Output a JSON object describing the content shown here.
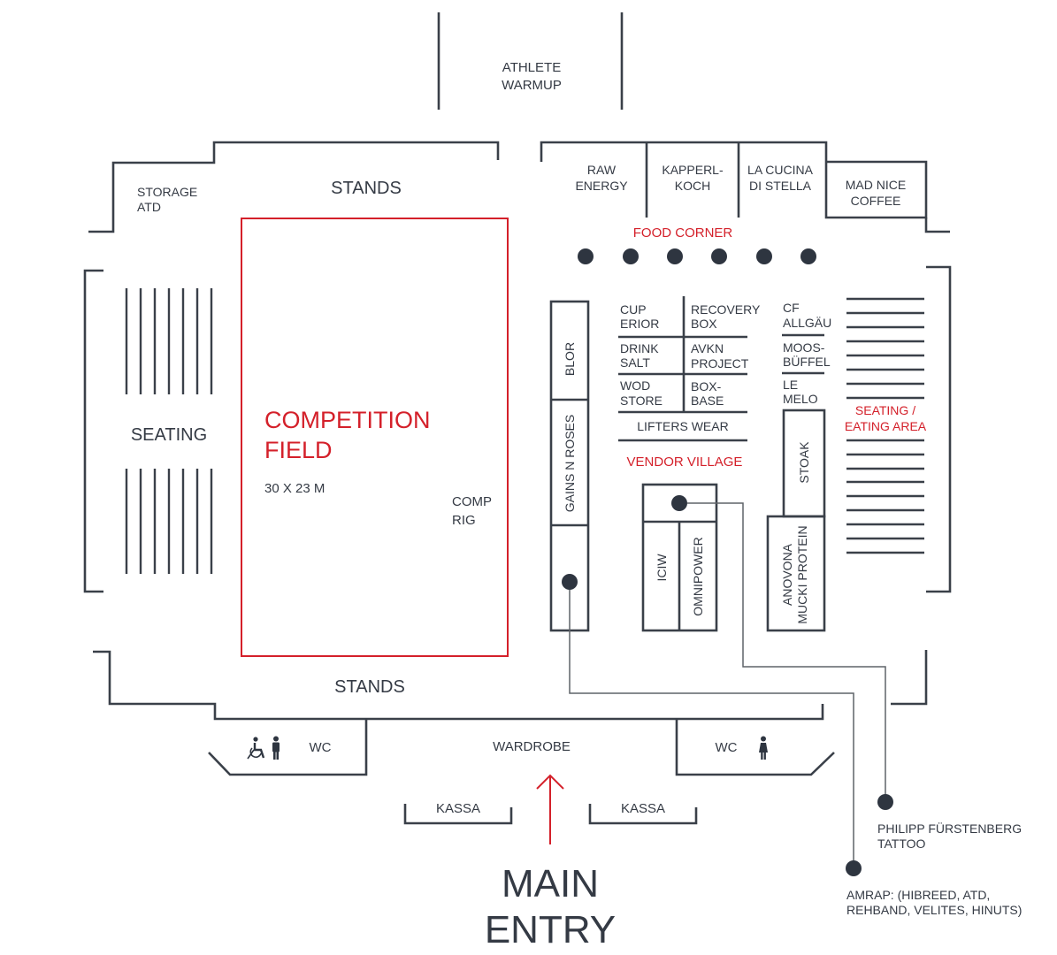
{
  "colors": {
    "wall": "#3a4049",
    "accent": "#d4202a",
    "text": "#343a44",
    "connector": "#5f6368"
  },
  "areas": {
    "athlete_warmup": [
      "ATHLETE",
      "WARMUP"
    ],
    "storage": [
      "STORAGE",
      "ATD"
    ],
    "stands_top": "STANDS",
    "stands_bottom": "STANDS",
    "seating_left": "SEATING",
    "competition_field": [
      "COMPETITION",
      "FIELD"
    ],
    "field_size": "30 X 23 M",
    "comp_rig": [
      "COMP",
      "RIG"
    ],
    "food_corner": "FOOD CORNER",
    "vendor_village": "VENDOR VILLAGE",
    "seating_eating": [
      "SEATING /",
      "EATING AREA"
    ],
    "wardrobe": "WARDROBE",
    "wc_left": "WC",
    "wc_right": "WC",
    "kassa_left": "KASSA",
    "kassa_right": "KASSA",
    "main_entry": [
      "MAIN",
      "ENTRY"
    ]
  },
  "food_stalls": [
    [
      "RAW",
      "ENERGY"
    ],
    [
      "KAPPERL-",
      "KOCH"
    ],
    [
      "LA CUCINA",
      "DI STELLA"
    ],
    [
      "MAD NICE",
      "COFFEE"
    ]
  ],
  "vendors": {
    "grid": [
      [
        "CUP",
        "ERIOR"
      ],
      [
        "RECOVERY",
        "BOX"
      ],
      [
        "DRINK",
        "SALT"
      ],
      [
        "AVKN",
        "PROJECT"
      ],
      [
        "WOD",
        "STORE"
      ],
      [
        "BOX-",
        "BASE"
      ]
    ],
    "lifters_wear": "LIFTERS WEAR",
    "blor": "BLOR",
    "gains_n_roses": "GAINS N ROSES",
    "iciw": "ICIW",
    "omnipower": "OMNIPOWER",
    "cf_allgau": [
      "CF",
      "ALLGÄU"
    ],
    "moosbuffel": [
      "MOOS-",
      "BÜFFEL"
    ],
    "le_melo": [
      "LE",
      "MELO"
    ],
    "stoak": "STOAK",
    "anovona": [
      "ANOVONA",
      "MUCKI PROTEIN"
    ]
  },
  "callouts": {
    "tattoo": [
      "PHILIPP FÜRSTENBERG",
      "TATTOO"
    ],
    "amrap": [
      "AMRAP: (HIBREED, ATD,",
      "REHBAND, VELITES, HINUTS)"
    ]
  },
  "icons": {
    "wc_left": [
      "wheelchair-icon",
      "man-icon"
    ],
    "wc_right": [
      "woman-icon"
    ],
    "entry": "arrow-up-icon"
  }
}
